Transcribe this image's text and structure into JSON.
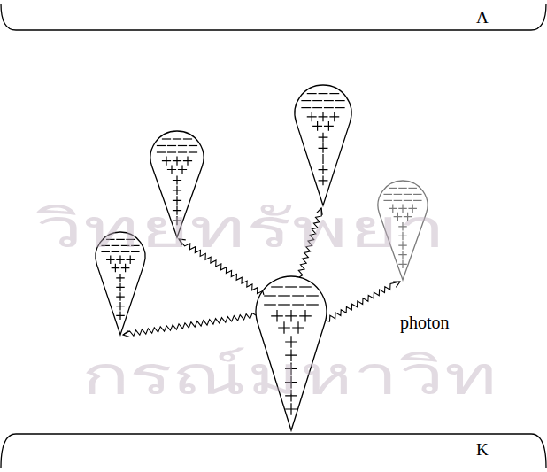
{
  "diagram": {
    "nodes": [
      {
        "text": [
          "A"
        ]
      },
      {
        "text": [
          "K"
        ]
      }
    ],
    "labels": [
      "photon",
      "วิทยทรัพยา",
      "กรณ์มหาวิท"
    ]
  }
}
